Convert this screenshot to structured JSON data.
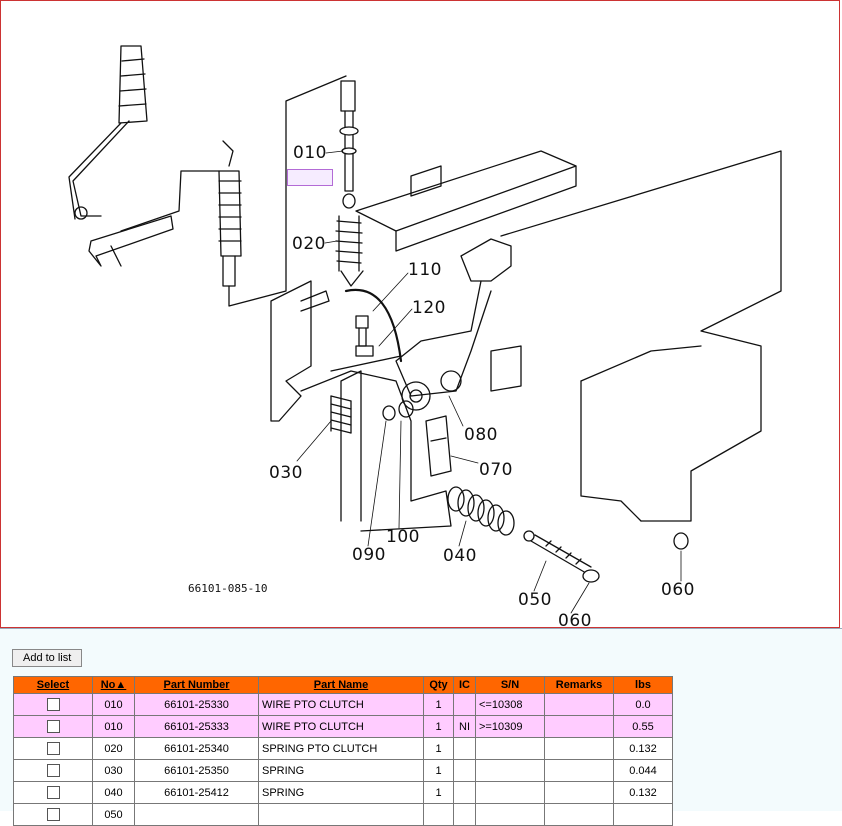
{
  "diagram": {
    "callouts": [
      "010",
      "020",
      "110",
      "120",
      "030",
      "080",
      "070",
      "100",
      "090",
      "040",
      "050",
      "060",
      "060"
    ],
    "drawing_code": "66101-085-10"
  },
  "toolbar": {
    "add_to_list_label": "Add to list"
  },
  "table": {
    "headers": {
      "select": "Select",
      "no": "No▲",
      "part_number": "Part Number",
      "part_name": "Part Name",
      "qty": "Qty",
      "ic": "IC",
      "sn": "S/N",
      "remarks": "Remarks",
      "lbs": "lbs"
    },
    "rows": [
      {
        "no": "010",
        "part_number": "66101-25330",
        "part_name": "WIRE PTO CLUTCH",
        "qty": "1",
        "ic": "",
        "sn": "<=10308",
        "remarks": "",
        "lbs": "0.0"
      },
      {
        "no": "010",
        "part_number": "66101-25333",
        "part_name": "WIRE PTO CLUTCH",
        "qty": "1",
        "ic": "NI",
        "sn": ">=10309",
        "remarks": "",
        "lbs": "0.55"
      },
      {
        "no": "020",
        "part_number": "66101-25340",
        "part_name": "SPRING PTO CLUTCH",
        "qty": "1",
        "ic": "",
        "sn": "",
        "remarks": "",
        "lbs": "0.132"
      },
      {
        "no": "030",
        "part_number": "66101-25350",
        "part_name": "SPRING",
        "qty": "1",
        "ic": "",
        "sn": "",
        "remarks": "",
        "lbs": "0.044"
      },
      {
        "no": "040",
        "part_number": "66101-25412",
        "part_name": "SPRING",
        "qty": "1",
        "ic": "",
        "sn": "",
        "remarks": "",
        "lbs": "0.132"
      },
      {
        "no": "050",
        "part_number": "",
        "part_name": "",
        "qty": "",
        "ic": "",
        "sn": "",
        "remarks": "",
        "lbs": ""
      }
    ]
  }
}
